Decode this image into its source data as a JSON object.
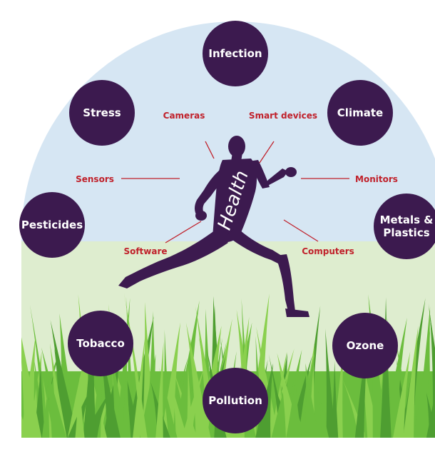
{
  "colors": {
    "sky": "#d6e6f3",
    "meadow": "#deedcf",
    "grass_dark": "#4e9e31",
    "grass_mid": "#6bbd3d",
    "grass_light": "#8ad04e",
    "node_fill": "#3c1a4f",
    "runner_fill": "#3c1a4f",
    "tech_text": "#c0202a",
    "connector_line": "#c0202a",
    "node_text": "#ffffff"
  },
  "center_label": "Health",
  "exposures": [
    {
      "id": "infection",
      "label_lines": [
        "Infection"
      ]
    },
    {
      "id": "climate",
      "label_lines": [
        "Climate"
      ]
    },
    {
      "id": "metals-plastics",
      "label_lines": [
        "Metals &",
        "Plastics"
      ]
    },
    {
      "id": "ozone",
      "label_lines": [
        "Ozone"
      ]
    },
    {
      "id": "pollution",
      "label_lines": [
        "Pollution"
      ]
    },
    {
      "id": "tobacco",
      "label_lines": [
        "Tobacco"
      ]
    },
    {
      "id": "pesticides",
      "label_lines": [
        "Pesticides"
      ]
    },
    {
      "id": "stress",
      "label_lines": [
        "Stress"
      ]
    }
  ],
  "technologies": [
    {
      "id": "cameras",
      "label": "Cameras"
    },
    {
      "id": "smart-devices",
      "label": "Smart devices"
    },
    {
      "id": "sensors",
      "label": "Sensors"
    },
    {
      "id": "monitors",
      "label": "Monitors"
    },
    {
      "id": "software",
      "label": "Software"
    },
    {
      "id": "computers",
      "label": "Computers"
    }
  ]
}
